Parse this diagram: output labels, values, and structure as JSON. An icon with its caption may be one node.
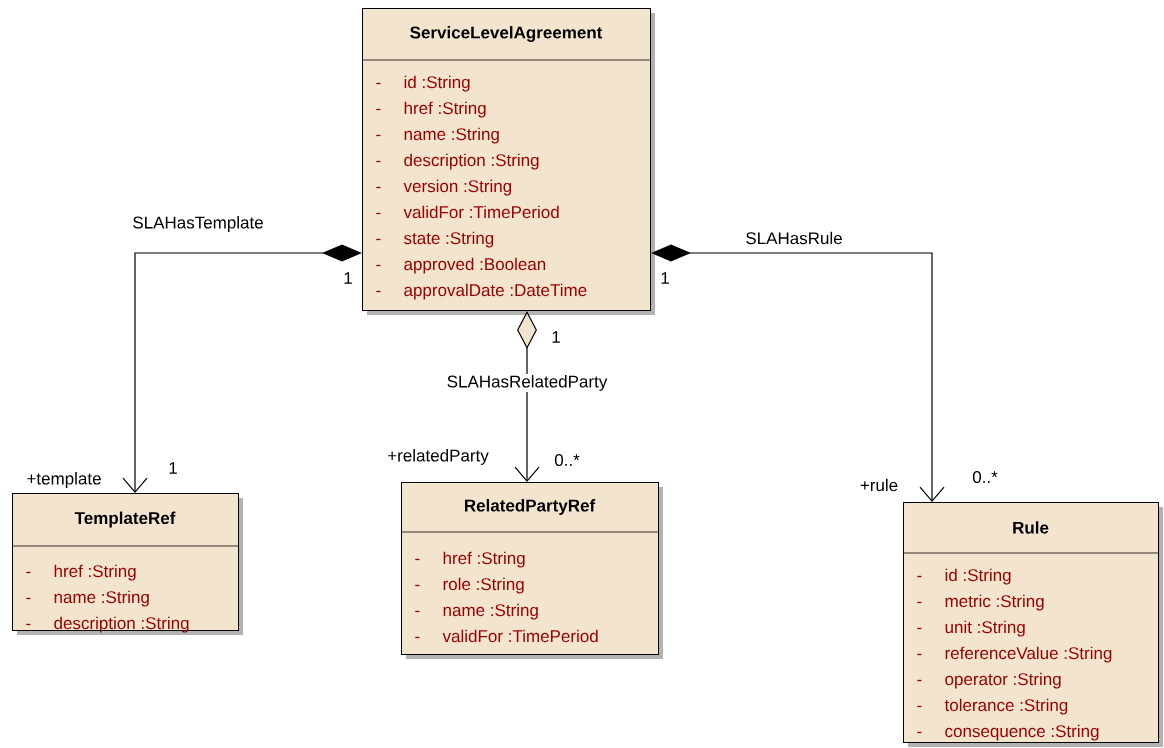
{
  "diagram": {
    "nodes": [
      {
        "text": [
          "ServiceLevelAgreement",
          "-",
          "id :String",
          "-",
          "href :String",
          "-",
          "name :String",
          "-",
          "description :String",
          "-",
          "version :String",
          "-",
          "validFor :TimePeriod",
          "-",
          "state :String",
          "-",
          "approved :Boolean",
          "-",
          "approvalDate :DateTime"
        ],
        "beside": [
          "1",
          "1",
          "1"
        ]
      },
      {
        "text": [
          "TemplateRef",
          "-",
          "href :String",
          "-",
          "name :String",
          "-",
          "description :String"
        ],
        "beside": [
          "+template",
          "1"
        ]
      },
      {
        "text": [
          "RelatedPartyRef",
          "-",
          "href :String",
          "-",
          "role :String",
          "-",
          "name :String",
          "-",
          "validFor :TimePeriod"
        ],
        "beside": [
          "+relatedParty",
          "0..*"
        ]
      },
      {
        "text": [
          "Rule",
          "-",
          "id :String",
          "-",
          "metric :String",
          "-",
          "unit :String",
          "-",
          "referenceValue :String",
          "-",
          "operator :String",
          "-",
          "tolerance :String",
          "-",
          "consequence :String"
        ],
        "beside": [
          "+rule",
          "0..*"
        ]
      }
    ],
    "edges": [
      {
        "from": 0,
        "to": 1,
        "arrow": "to",
        "label": "SLAHasTemplate"
      },
      {
        "from": 0,
        "to": 2,
        "arrow": "to",
        "label": "SLAHasRelatedParty"
      },
      {
        "from": 0,
        "to": 3,
        "arrow": "to",
        "label": "SLAHasRule"
      }
    ]
  }
}
